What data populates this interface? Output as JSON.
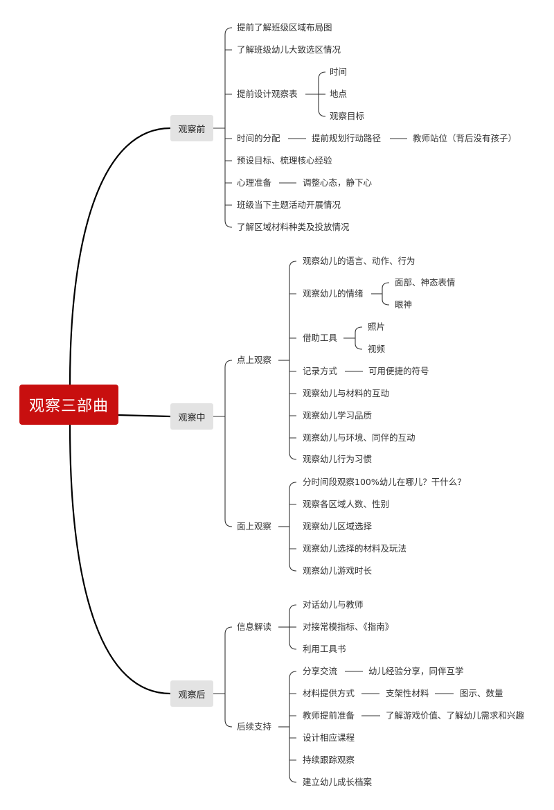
{
  "title": "观察三部曲",
  "stages": {
    "before": {
      "label": "观察前",
      "items": [
        "提前了解班级区域布局图",
        "了解班级幼儿大致选区情况",
        "提前设计观察表",
        "时间的分配",
        "预设目标、梳理核心经验",
        "心理准备",
        "班级当下主题活动开展情况",
        "了解区域材料种类及投放情况"
      ],
      "table_children": [
        "时间",
        "地点",
        "观察目标"
      ],
      "time_chain": [
        "提前规划行动路径",
        "教师站位（背后没有孩子）"
      ],
      "mind_child": "调整心态，静下心"
    },
    "during": {
      "label": "观察中",
      "point": {
        "label": "点上观察",
        "items": [
          "观察幼儿的语言、动作、行为",
          "观察幼儿的情绪",
          "借助工具",
          "记录方式",
          "观察幼儿与材料的互动",
          "观察幼儿学习品质",
          "观察幼儿与环境、同伴的互动",
          "观察幼儿行为习惯"
        ],
        "emotion_children": [
          "面部、神态表情",
          "眼神"
        ],
        "tool_children": [
          "照片",
          "视频"
        ],
        "record_child": "可用便捷的符号"
      },
      "area": {
        "label": "面上观察",
        "items": [
          "分时间段观察100%幼儿在哪儿？干什么？",
          "观察各区域人数、性别",
          "观察幼儿区域选择",
          "观察幼儿选择的材料及玩法",
          "观察幼儿游戏时长"
        ]
      }
    },
    "after": {
      "label": "观察后",
      "info": {
        "label": "信息解读",
        "items": [
          "对话幼儿与教师",
          "对接常模指标、《指南》",
          "利用工具书"
        ]
      },
      "follow": {
        "label": "后续支持",
        "items": [
          "分享交流",
          "材料提供方式",
          "教师提前准备",
          "设计相应课程",
          "持续跟踪观察",
          "建立幼儿成长档案"
        ],
        "share_child": "幼儿经验分享，同伴互学",
        "material_chain": [
          "支架性材料",
          "图示、数量"
        ],
        "prep_child": "了解游戏价值、了解幼儿需求和兴趣"
      }
    }
  }
}
